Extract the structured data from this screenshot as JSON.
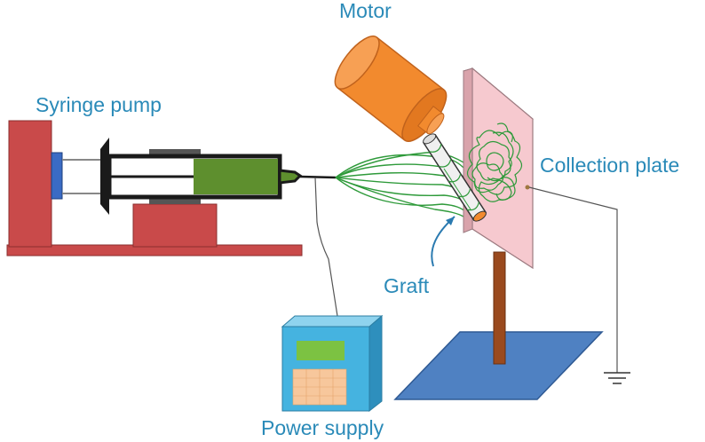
{
  "labels": {
    "motor": "Motor",
    "syringe_pump": "Syringe pump",
    "collection_plate": "Collection plate",
    "graft": "Graft",
    "power_supply": "Power supply"
  },
  "colors": {
    "pump_frame": "#c94a4a",
    "pump_edge": "#8a2f2f",
    "plunger_pad": "#3a6bc4",
    "fluid": "#5e8f2e",
    "motor": "#f28a2e",
    "motor_edge": "#c0621c",
    "plate": "#f6c9cf",
    "plate_edge": "#9c7a80",
    "stand": "#9a4a1e",
    "base": "#4f81c2",
    "fiber": "#2e9a3a",
    "power_body": "#45b3e0",
    "power_top": "#8fd3ee",
    "power_screen": "#7cc242",
    "keypad": "#f7c79c",
    "label": "#2a8ab8",
    "wire": "#555555"
  },
  "icons": [
    "syringe-pump-icon",
    "motor-icon",
    "collection-plate-icon",
    "graft-icon",
    "power-supply-icon",
    "ground-icon"
  ]
}
